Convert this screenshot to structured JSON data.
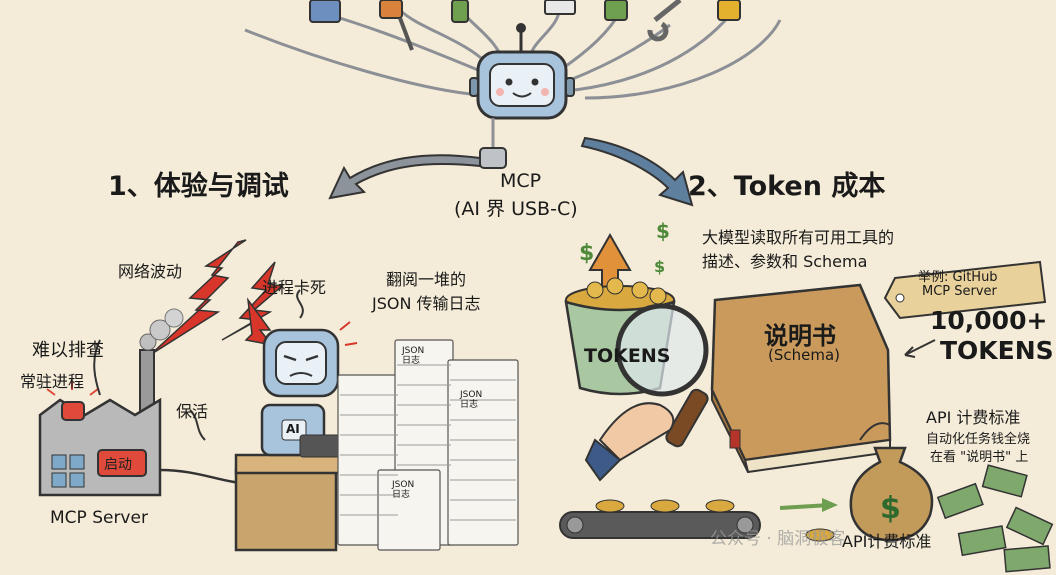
{
  "left_section": {
    "heading": "1、体验与调试",
    "labels": {
      "network": "网络波动",
      "process_freeze": "进程卡死",
      "log_pile": "翻阅一堆的",
      "log_pile_2": "JSON 传输日志",
      "hard_debug": "难以排查",
      "resident": "常驻进程",
      "keepalive": "保活",
      "server": "MCP Server",
      "start_button": "启动",
      "robot_badge": "AI",
      "paper_tag": "JSON\n日志"
    }
  },
  "center": {
    "title": "MCP",
    "subtitle": "(AI 界 USB-C)"
  },
  "right_section": {
    "heading": "2、Token 成本",
    "note_line1": "大模型读取所有可用工具的",
    "note_line2": "描述、参数和 Schema",
    "bucket_label": "TOKENS",
    "book_title": "说明书",
    "book_sub": "(Schema)",
    "tag_line1": "举例: GitHub",
    "tag_line2": "MCP Server",
    "count_line1": "10,000+",
    "count_line2": "TOKENS",
    "billing_title": "API 计费标准",
    "billing_line1": "自动化任务钱全烧",
    "billing_line2": "在看 \"说明书\" 上",
    "footer": "API计费标准",
    "watermark": "公众号 · 脑洞极客"
  },
  "colors": {
    "background": "#f4ecd8",
    "robot_blue": "#a7c4dc",
    "arrow_gray": "#8d939a",
    "alarm_red": "#e04a3a",
    "bucket_green": "#a9c7a0",
    "book_brown": "#c99a5b",
    "coin_gold": "#d9a93f",
    "money_green": "#7fa96c",
    "lightning_red": "#d8362a"
  }
}
